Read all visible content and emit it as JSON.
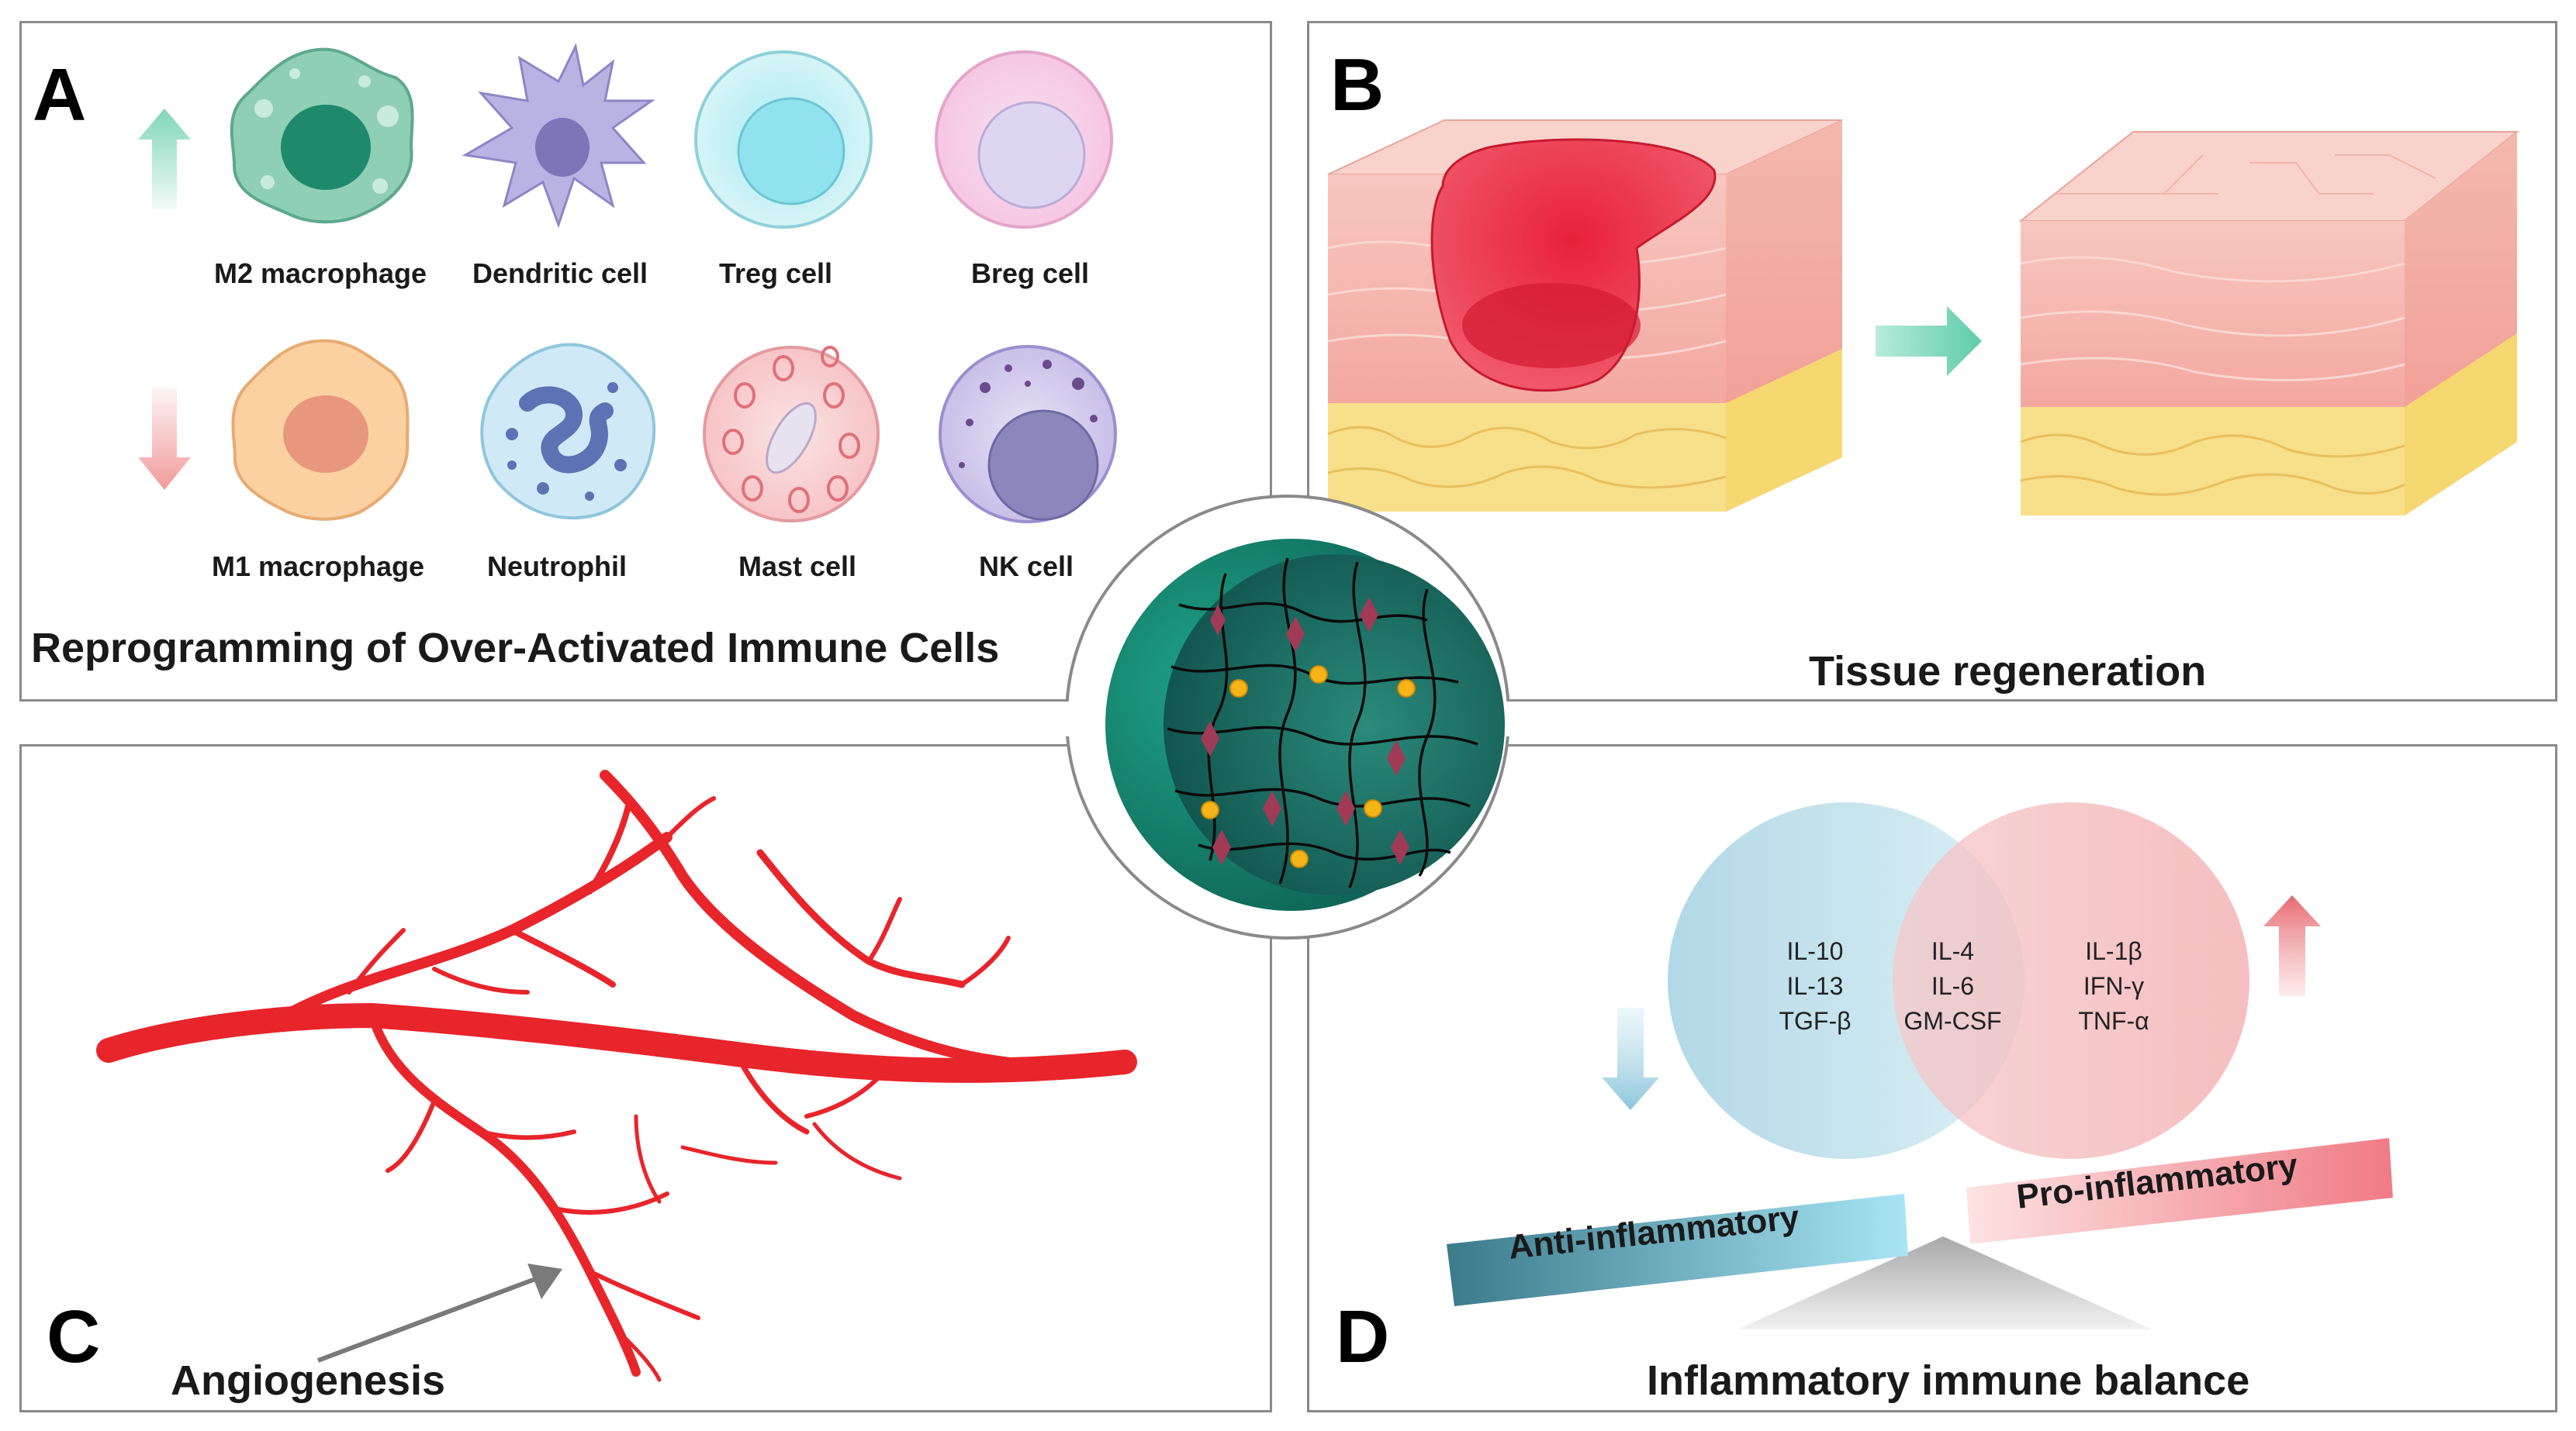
{
  "panel_a": {
    "letter": "A",
    "caption": "Reprogramming of Over-Activated Immune Cells",
    "cells_up": [
      {
        "label": "M2 macrophage",
        "icon": "m2-macrophage-icon"
      },
      {
        "label": "Dendritic cell",
        "icon": "dendritic-cell-icon"
      },
      {
        "label": "Treg cell",
        "icon": "treg-cell-icon"
      },
      {
        "label": "Breg cell",
        "icon": "breg-cell-icon"
      }
    ],
    "cells_down": [
      {
        "label": "M1 macrophage",
        "icon": "m1-macrophage-icon"
      },
      {
        "label": "Neutrophil",
        "icon": "neutrophil-icon"
      },
      {
        "label": "Mast cell",
        "icon": "mast-cell-icon"
      },
      {
        "label": "NK cell",
        "icon": "nk-cell-icon"
      }
    ]
  },
  "panel_b": {
    "letter": "B",
    "caption": "Tissue regeneration"
  },
  "panel_c": {
    "letter": "C",
    "caption": "Angiogenesis"
  },
  "panel_d": {
    "letter": "D",
    "caption": "Inflammatory immune balance",
    "left_set": [
      "IL-10",
      "IL-13",
      "TGF-β"
    ],
    "overlap_set": [
      "IL-4",
      "IL-6",
      "GM-CSF"
    ],
    "right_set": [
      "IL-1β",
      "IFN-γ",
      "TNF-α"
    ],
    "anti_label": "Anti-inflammatory",
    "pro_label": "Pro-inflammatory"
  },
  "colors": {
    "up_arrow": "#7fd6b9",
    "down_arrow": "#f29a9a",
    "vessel": "#e8252b",
    "hydrogel": "#0f6e5e",
    "anti_bar": "#3d7f8f",
    "pro_bar": "#f4808a"
  }
}
